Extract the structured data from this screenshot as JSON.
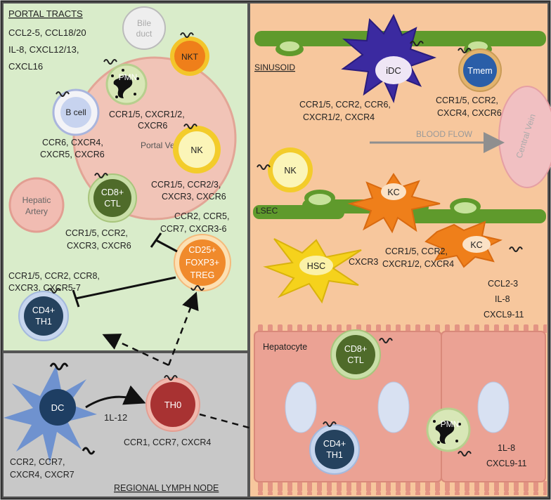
{
  "panels": {
    "portal": "PORTAL TRACTS",
    "sinusoid": "SINUSOID",
    "lymph": "REGIONAL LYMPH NODE"
  },
  "portal_chemokines": [
    "CCL2-5, CCL18/20",
    "IL-8, CXCL12/13,",
    "CXCL16"
  ],
  "structures": {
    "bile_duct": [
      "Bile",
      "duct"
    ],
    "portal_vein": "Portal Vein",
    "hepatic_artery": [
      "Hepatic",
      "Artery"
    ],
    "central_vein": "Central Vein",
    "blood_flow": "BLOOD FLOW",
    "lsec": "LSEC",
    "hepatocyte": "Hepatocyte"
  },
  "cells": {
    "nkt": "NKT",
    "pmn": "PMN",
    "b_cell": "B cell",
    "nk": "NK",
    "cd8_ctl": [
      "CD8+",
      "CTL"
    ],
    "treg": [
      "CD25+",
      "FOXP3+",
      "TREG"
    ],
    "cd4_th1": [
      "CD4+",
      "TH1"
    ],
    "dc": "DC",
    "th0": "TH0",
    "idc": "iDC",
    "tmem": "Tmem",
    "kc": "KC",
    "hsc": "HSC"
  },
  "receptors": {
    "pmn_portal": [
      "CCR1/5, CXCR1/2,",
      "CXCR6"
    ],
    "b_cell": [
      "CCR6, CXCR4,",
      "CXCR5, CXCR6"
    ],
    "nk_portal": [
      "CCR1/5, CCR2/3,",
      "CXCR3, CXCR6"
    ],
    "cd8_portal": [
      "CCR1/5, CCR2,",
      "CXCR3, CXCR6"
    ],
    "treg": [
      "CCR2, CCR5,",
      "CCR7, CXCR3-6"
    ],
    "th1_portal": [
      "CCR1/5, CCR2, CCR8,",
      "CXCR3, CXCR5-7"
    ],
    "dc_lymph": [
      "CCR2, CCR7,",
      "CXCR4, CXCR7"
    ],
    "th0": "CCR1, CCR7, CXCR4",
    "idc": [
      "CCR1/5, CCR2, CCR6,",
      "CXCR1/2, CXCR4"
    ],
    "tmem": [
      "CCR1/5, CCR2,",
      "CXCR4, CXCR6"
    ],
    "kc": [
      "CCR1/5, CCR2,",
      "CXCR1/2, CXCR4"
    ],
    "hsc": "CXCR3"
  },
  "cytokines": {
    "il12": "1L-12",
    "sinusoid": [
      "CCL2-3",
      "IL-8",
      "CXCL9-11"
    ],
    "hepatocyte": [
      "1L-8",
      "CXCL9-11"
    ]
  },
  "colors": {
    "portal_bg": "#d9ecca",
    "sinusoid_bg": "#f7c79d",
    "lymph_bg": "#c8c8c8",
    "hepatocyte": "#eba294",
    "lsec": "#5f9a2c",
    "cd8": "#4f6b2a",
    "th1": "#25425e",
    "treg": "#f08a2c",
    "th0": "#a83232",
    "kc": "#ef7f1a",
    "hsc": "#f5d21c",
    "idc": "#3b2aa0",
    "tmem": "#2a5ea8",
    "dc": "#6f92cf"
  }
}
